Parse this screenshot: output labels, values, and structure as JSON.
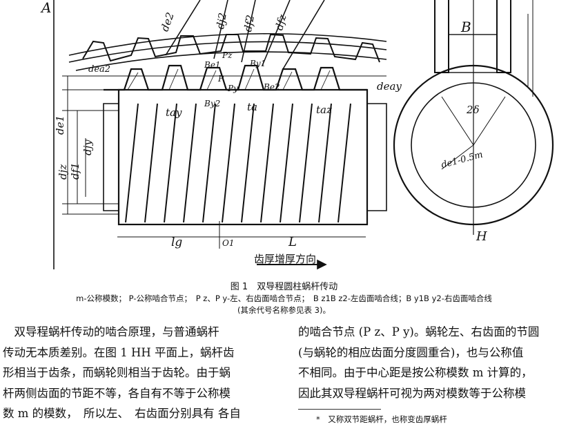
{
  "figure": {
    "labels": {
      "A": "A",
      "de2": "de2",
      "dj2": "dj2",
      "df2": "df2",
      "dfz": "dfz",
      "dea2": "dea2",
      "Be1": "Be1",
      "Pz": "Pz",
      "By1": "By1",
      "P": "P",
      "Py": "Py",
      "Be2": "Be2",
      "By2": "By2",
      "tay": "tay",
      "ta": "ta",
      "taz": "taz",
      "deay": "deay",
      "de1": "de1",
      "djy": "djy",
      "djz": "djz",
      "df1": "df1",
      "lg": "lg",
      "O1": "O1",
      "L": "L",
      "B": "B",
      "two_delta": "2δ",
      "de1_minus": "de1-0.5m",
      "H": "H",
      "direction": "齿厚增厚方向"
    }
  },
  "caption": {
    "title": "图 1　双导程圆柱蜗杆传动",
    "legend": "m-公称模数； P-公称啮合节点；　P z、P y-左、右齿面啮合节点；　B z1B z2-左齿面啮合线；B y1B y2-右齿面啮合线",
    "note": "(其余代号名称参见表 3)。"
  },
  "text": {
    "left_column": "　双导程蜗杆传动的啮合原理，与普通蜗杆\n传动无本质差别。在图 1 HH 平面上，蜗杆齿\n形相当于齿条，而蜗轮则相当于齿轮。由于蜗\n杆两侧齿面的节距不等，各自有不等于公称模\n数 m 的模数，　所以左、　右齿面分别具有 各自",
    "right_column": "的啮合节点 (P z、P y)。蜗轮左、右齿面的节圆\n(与蜗轮的相应齿面分度圆重合)，也与公称值\n不相同。由于中心距是按公称模数 m 计算的，\n因此其双导程蜗杆可视为两对模数等于公称模",
    "footnote": "*　又称双节距蜗杆，也称变齿厚蜗杆"
  }
}
